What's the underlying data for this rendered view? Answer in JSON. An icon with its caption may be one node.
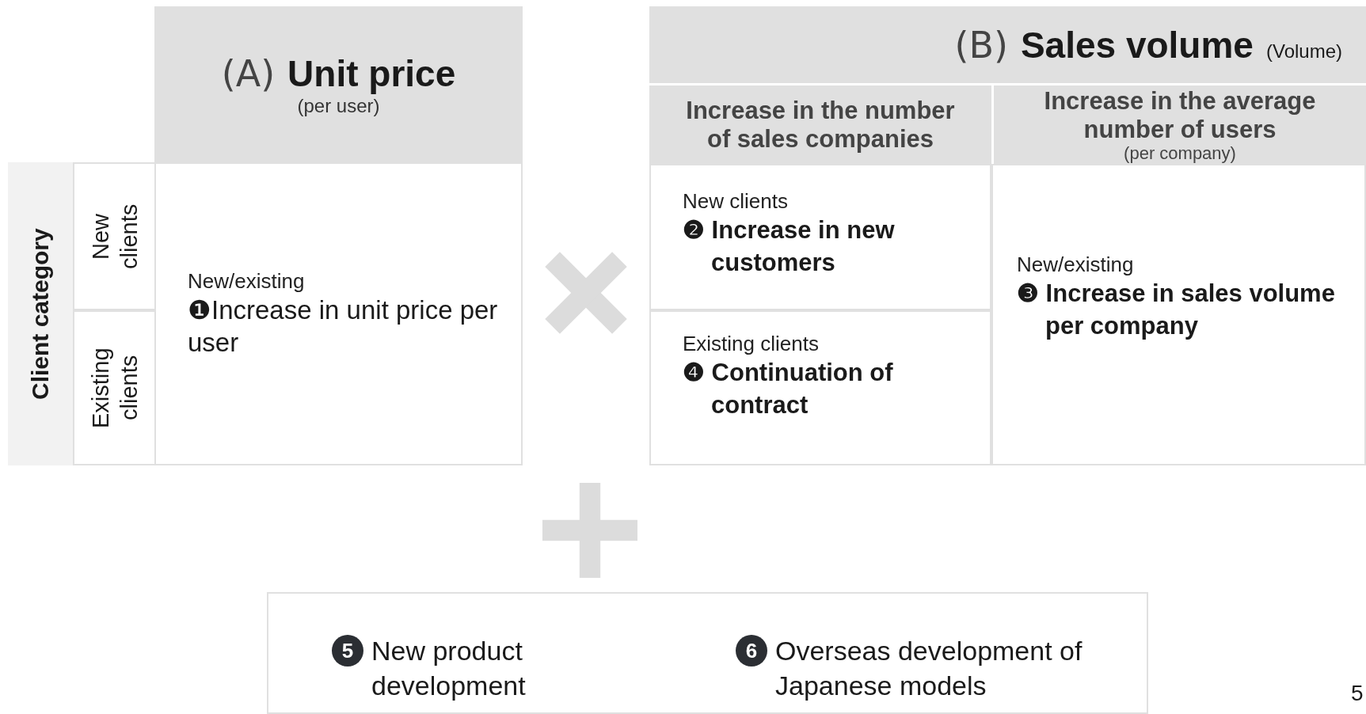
{
  "diagram": {
    "nodes": [
      {
        "text": [
          "(A)",
          "Unit price",
          "(per user)"
        ]
      },
      {
        "text": [
          "Client category"
        ]
      },
      {
        "text": [
          "New clients"
        ]
      },
      {
        "text": [
          "Existing clients"
        ]
      },
      {
        "text": [
          "New/existing",
          "❶Increase in unit price per user"
        ]
      },
      {
        "text": [
          "(B)",
          "Sales volume",
          "(Volume)"
        ]
      },
      {
        "text": [
          "Increase in the number of sales companies"
        ]
      },
      {
        "text": [
          "Increase in the average number of users",
          "(per company)"
        ]
      },
      {
        "text": [
          "New clients",
          "❷ Increase in new customers"
        ]
      },
      {
        "text": [
          "Existing clients",
          "❹ Continuation of contract"
        ]
      },
      {
        "text": [
          "New/existing",
          "❸ Increase in sales volume per company"
        ]
      },
      {
        "text": [],
        "shape": "box"
      },
      {
        "text": [
          "5",
          "New product development"
        ],
        "in": 11
      },
      {
        "text": [
          "6",
          "Overseas development of Japanese models"
        ],
        "in": 11
      }
    ],
    "labels": [
      "5"
    ]
  }
}
